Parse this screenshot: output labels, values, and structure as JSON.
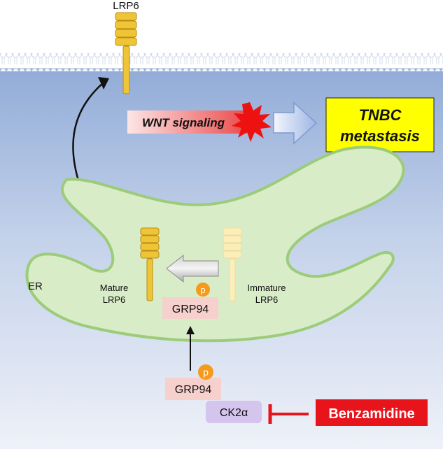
{
  "labels": {
    "lrp6_top": "LRP6",
    "wnt_signaling": "WNT signaling",
    "tnbc_line1": "TNBC",
    "tnbc_line2": "metastasis",
    "er": "ER",
    "mature_line1": "Mature",
    "mature_line2": "LRP6",
    "immature_line1": "Immature",
    "immature_line2": "LRP6",
    "grp94_er": "GRP94",
    "grp94_cyto": "GRP94",
    "phospho_er": "p",
    "phospho_cyto": "p",
    "ck2a": "CK2α",
    "benzamidine": "Benzamidine"
  },
  "colors": {
    "cytoplasm_top": "#9ab3dc",
    "cytoplasm_bottom": "#eef1f8",
    "er_fill": "#d9ecc8",
    "er_stroke": "#9ccc7a",
    "lrp6_fill": "#f0c437",
    "lrp6_stroke": "#b88c10",
    "immature_fill": "#fbeebb",
    "grp94_box": "#f6d0cc",
    "phospho": "#f59a1a",
    "ck2a_box": "#d5c4ee",
    "benzamidine_box": "#e8141c",
    "tnbc_box": "#ffff00",
    "inhibitor": "#e8141c"
  },
  "icons": [
    "membrane-bilayer",
    "lrp6-receptor-icon",
    "red-starburst-icon",
    "block-arrow-icon",
    "inhibition-icon"
  ]
}
